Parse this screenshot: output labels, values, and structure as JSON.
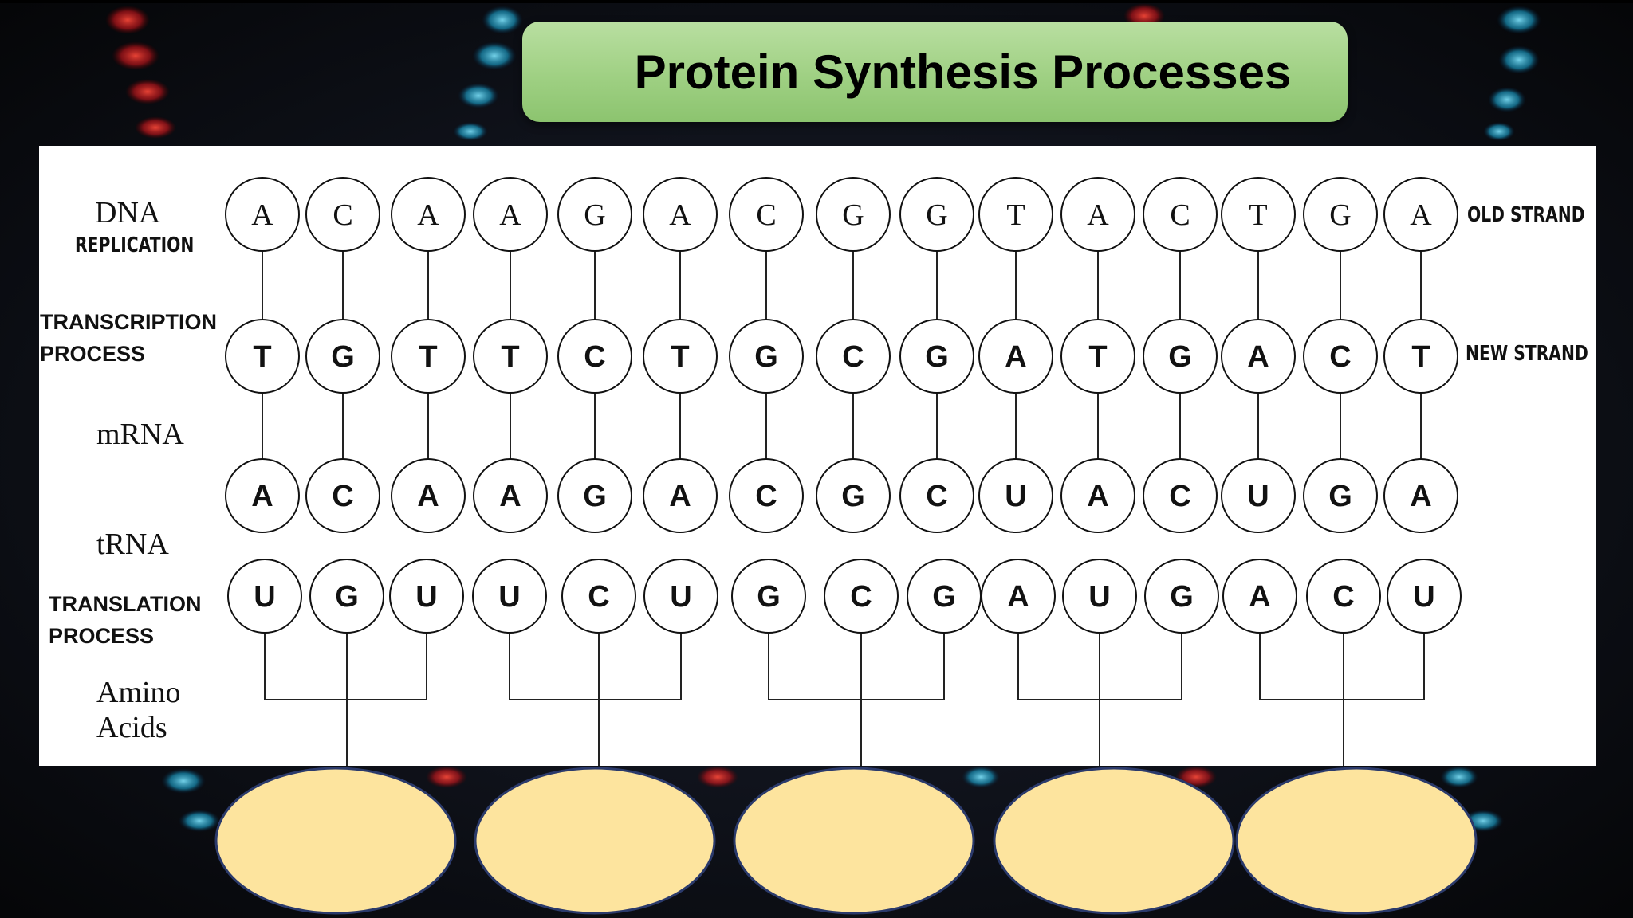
{
  "title": "Protein Synthesis Processes",
  "labels": {
    "dna": "DNA",
    "replication": "REPLICATION",
    "transcription": "TRANSCRIPTION",
    "transcription_process": "PROCESS",
    "mrna": "mRNA",
    "trna": "tRNA",
    "translation": "TRANSLATION",
    "translation_process": "PROCESS",
    "amino": "Amino",
    "acids": "Acids",
    "old_strand": "OLD STRAND",
    "new_strand": "NEW STRAND"
  },
  "rows": {
    "old_strand": [
      "A",
      "C",
      "A",
      "A",
      "G",
      "A",
      "C",
      "G",
      "G",
      "T",
      "A",
      "C",
      "T",
      "G",
      "A"
    ],
    "new_strand": [
      "T",
      "G",
      "T",
      "T",
      "C",
      "T",
      "G",
      "C",
      "G",
      "A",
      "T",
      "G",
      "A",
      "C",
      "T"
    ],
    "mrna": [
      "A",
      "C",
      "A",
      "A",
      "G",
      "A",
      "C",
      "G",
      "C",
      "U",
      "A",
      "C",
      "U",
      "G",
      "A"
    ],
    "trna": [
      "U",
      "G",
      "U",
      "U",
      "C",
      "U",
      "G",
      "C",
      "G",
      "A",
      "U",
      "G",
      "A",
      "C",
      "U"
    ]
  },
  "amino_acid_slots": 5,
  "colors": {
    "title_bg": "#a6d48b",
    "oval_fill": "#fde49e",
    "oval_stroke": "#2b3a6b"
  }
}
